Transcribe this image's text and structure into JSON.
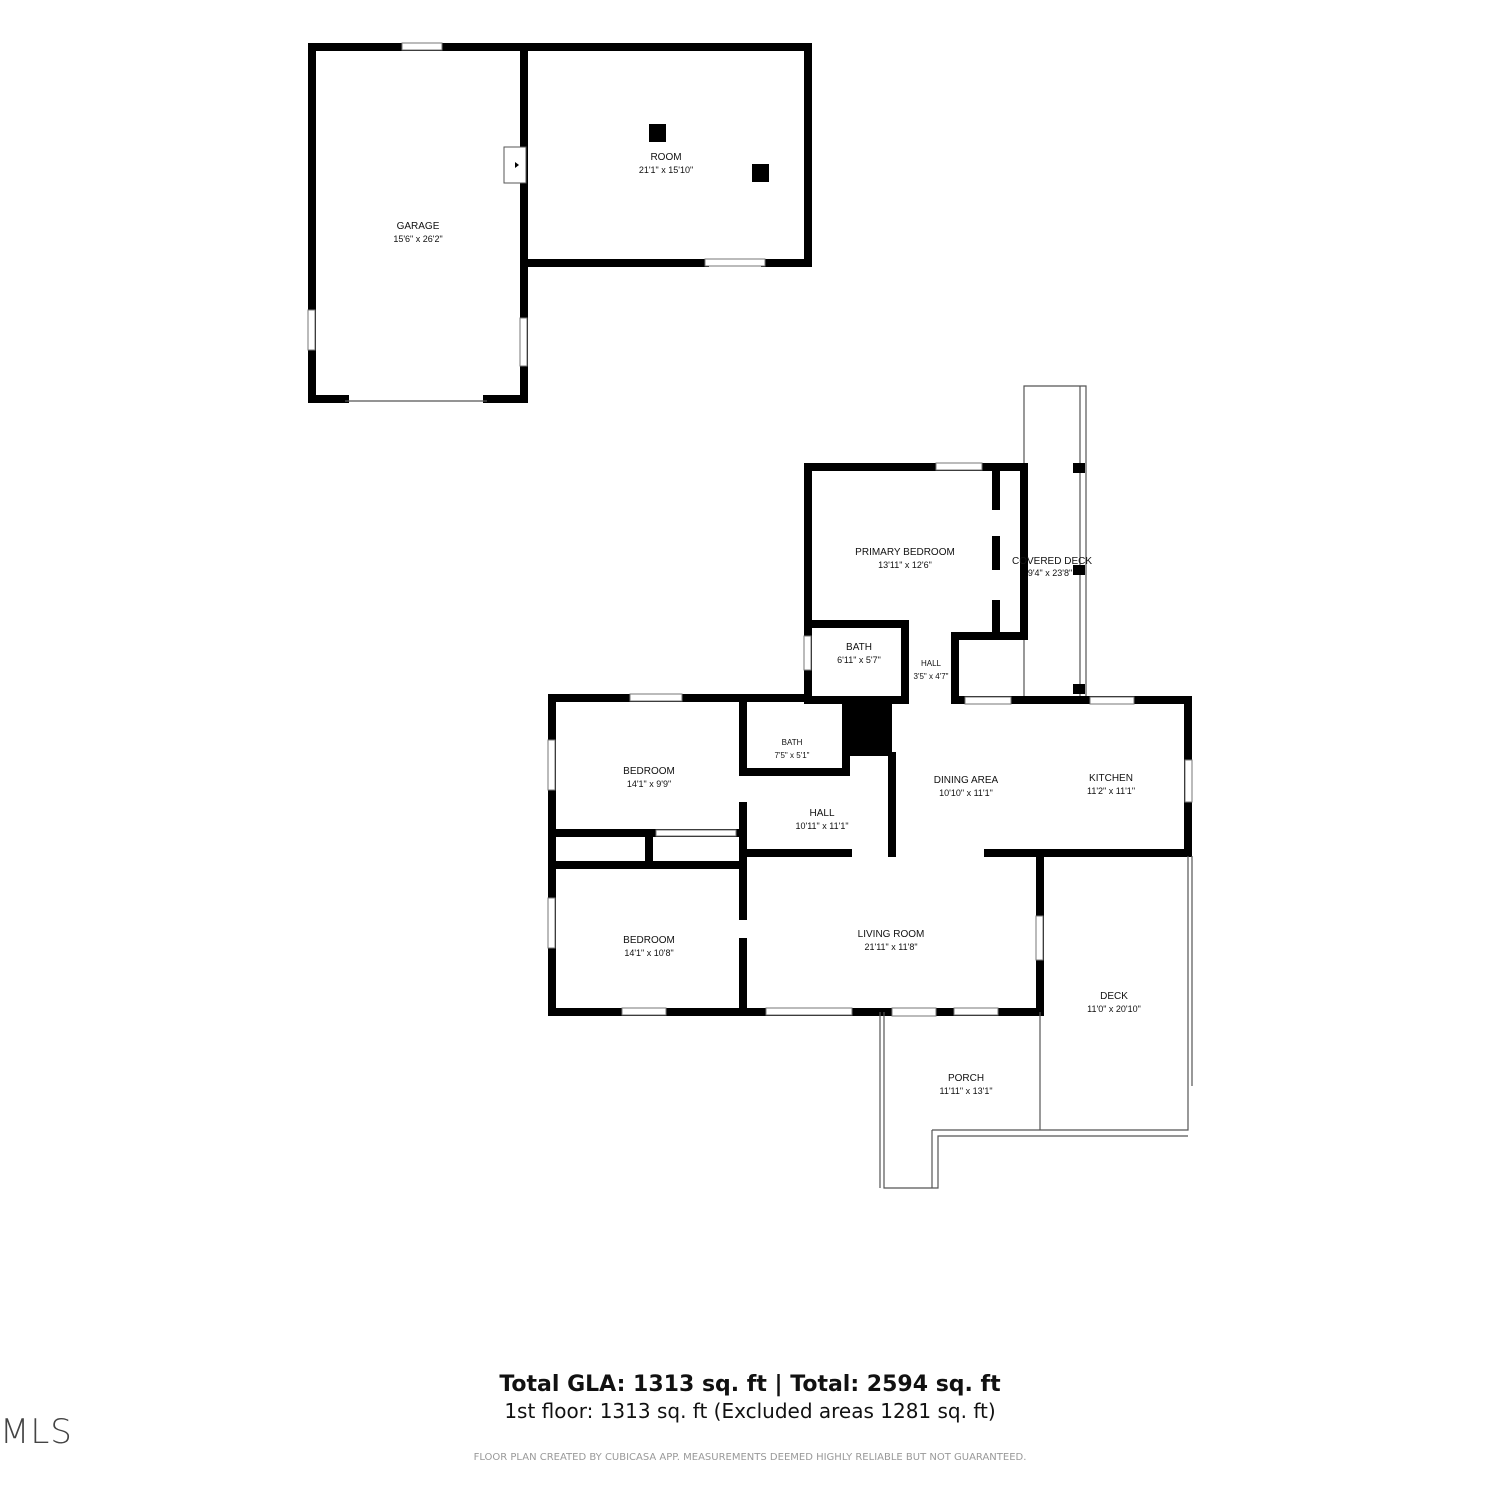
{
  "rooms": {
    "garage": {
      "label": "GARAGE",
      "dim": "15'6\" x 26'2\""
    },
    "room": {
      "label": "ROOM",
      "dim": "21'1\" x 15'10\""
    },
    "primary_bedroom": {
      "label": "PRIMARY BEDROOM",
      "dim": "13'11\" x 12'6\""
    },
    "covered_deck": {
      "label": "COVERED DECK",
      "dim": "9'4\" x 23'8\""
    },
    "bath_upper": {
      "label": "BATH",
      "dim": "6'11\" x 5'7\""
    },
    "hall_small": {
      "label": "HALL",
      "dim": "3'5\" x 4'7\""
    },
    "bath_lower": {
      "label": "BATH",
      "dim": "7'5\" x 5'1\""
    },
    "bedroom_1": {
      "label": "BEDROOM",
      "dim": "14'1\" x 9'9\""
    },
    "hall": {
      "label": "HALL",
      "dim": "10'11\" x 11'1\""
    },
    "dining_area": {
      "label": "DINING AREA",
      "dim": "10'10\" x 11'1\""
    },
    "kitchen": {
      "label": "KITCHEN",
      "dim": "11'2\" x 11'1\""
    },
    "bedroom_2": {
      "label": "BEDROOM",
      "dim": "14'1\" x 10'8\""
    },
    "living_room": {
      "label": "LIVING ROOM",
      "dim": "21'11\" x 11'8\""
    },
    "deck": {
      "label": "DECK",
      "dim": "11'0\" x 20'10\""
    },
    "porch": {
      "label": "PORCH",
      "dim": "11'11\" x 13'1\""
    }
  },
  "summary": {
    "total": "Total GLA: 1313 sq. ft | Total: 2594 sq. ft",
    "floor": "1st floor: 1313 sq. ft (Excluded areas 1281 sq. ft)"
  },
  "watermark": "MLS",
  "disclaimer": "FLOOR PLAN CREATED BY CUBICASA APP. MEASUREMENTS DEEMED HIGHLY RELIABLE BUT NOT GUARANTEED."
}
